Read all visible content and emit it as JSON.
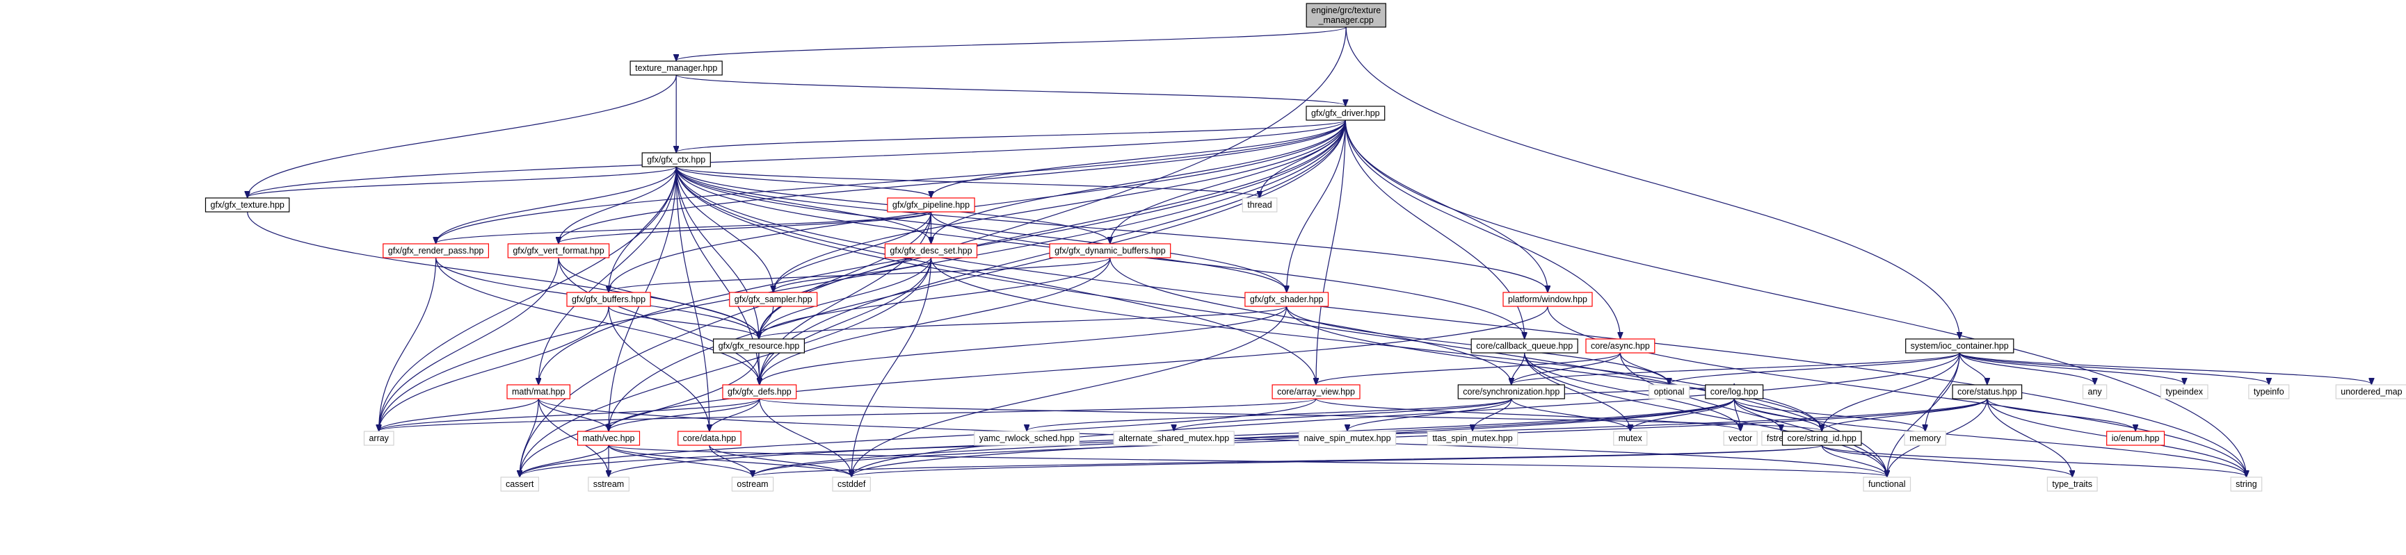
{
  "colors": {
    "edge": "#191970",
    "edge_secondary": "#c0c0c0",
    "root_fill": "#bfbfbf",
    "node_fill": "#ffffff",
    "node_border_documented": "#000000",
    "node_border_undocumented": "#ff0000",
    "leaf_border": "#d3d3d3"
  },
  "nodes": [
    {
      "id": "root",
      "lines": [
        "engine/grc/texture",
        "_manager.cpp"
      ],
      "style": "root"
    },
    {
      "id": "texture_manager",
      "lines": [
        "texture_manager.hpp"
      ],
      "style": "black"
    },
    {
      "id": "gfx_driver",
      "lines": [
        "gfx/gfx_driver.hpp"
      ],
      "style": "black"
    },
    {
      "id": "ioc_container",
      "lines": [
        "system/ioc_container.hpp"
      ],
      "style": "black"
    },
    {
      "id": "gfx_ctx",
      "lines": [
        "gfx/gfx_ctx.hpp"
      ],
      "style": "black"
    },
    {
      "id": "thread",
      "lines": [
        "thread"
      ],
      "style": "leaf"
    },
    {
      "id": "gfx_texture",
      "lines": [
        "gfx/gfx_texture.hpp"
      ],
      "style": "black"
    },
    {
      "id": "gfx_pipeline",
      "lines": [
        "gfx/gfx_pipeline.hpp"
      ],
      "style": "red"
    },
    {
      "id": "gfx_render_pass",
      "lines": [
        "gfx/gfx_render_pass.hpp"
      ],
      "style": "red"
    },
    {
      "id": "gfx_vert_format",
      "lines": [
        "gfx/gfx_vert_format.hpp"
      ],
      "style": "red"
    },
    {
      "id": "gfx_desc_set",
      "lines": [
        "gfx/gfx_desc_set.hpp"
      ],
      "style": "red"
    },
    {
      "id": "gfx_dynamic_buffers",
      "lines": [
        "gfx/gfx_dynamic_buffers.hpp"
      ],
      "style": "red"
    },
    {
      "id": "gfx_buffers",
      "lines": [
        "gfx/gfx_buffers.hpp"
      ],
      "style": "red"
    },
    {
      "id": "gfx_sampler",
      "lines": [
        "gfx/gfx_sampler.hpp"
      ],
      "style": "red"
    },
    {
      "id": "gfx_shader",
      "lines": [
        "gfx/gfx_shader.hpp"
      ],
      "style": "red"
    },
    {
      "id": "platform_window",
      "lines": [
        "platform/window.hpp"
      ],
      "style": "red"
    },
    {
      "id": "gfx_resource",
      "lines": [
        "gfx/gfx_resource.hpp"
      ],
      "style": "black"
    },
    {
      "id": "callback_queue",
      "lines": [
        "core/callback_queue.hpp"
      ],
      "style": "black"
    },
    {
      "id": "core_async",
      "lines": [
        "core/async.hpp"
      ],
      "style": "red"
    },
    {
      "id": "gfx_defs",
      "lines": [
        "gfx/gfx_defs.hpp"
      ],
      "style": "red"
    },
    {
      "id": "math_mat",
      "lines": [
        "math/mat.hpp"
      ],
      "style": "red"
    },
    {
      "id": "array_view",
      "lines": [
        "core/array_view.hpp"
      ],
      "style": "red"
    },
    {
      "id": "synchronization",
      "lines": [
        "core/synchronization.hpp"
      ],
      "style": "black"
    },
    {
      "id": "optional",
      "lines": [
        "optional"
      ],
      "style": "leaf"
    },
    {
      "id": "core_log",
      "lines": [
        "core/log.hpp"
      ],
      "style": "black"
    },
    {
      "id": "core_status",
      "lines": [
        "core/status.hpp"
      ],
      "style": "black"
    },
    {
      "id": "any",
      "lines": [
        "any"
      ],
      "style": "leaf"
    },
    {
      "id": "typeindex",
      "lines": [
        "typeindex"
      ],
      "style": "leaf"
    },
    {
      "id": "typeinfo",
      "lines": [
        "typeinfo"
      ],
      "style": "leaf"
    },
    {
      "id": "unordered_map",
      "lines": [
        "unordered_map"
      ],
      "style": "leaf"
    },
    {
      "id": "array",
      "lines": [
        "array"
      ],
      "style": "leaf"
    },
    {
      "id": "math_vec",
      "lines": [
        "math/vec.hpp"
      ],
      "style": "red"
    },
    {
      "id": "core_data",
      "lines": [
        "core/data.hpp"
      ],
      "style": "red"
    },
    {
      "id": "yamc",
      "lines": [
        "yamc_rwlock_sched.hpp"
      ],
      "style": "leaf"
    },
    {
      "id": "alternate_shared_mutex",
      "lines": [
        "alternate_shared_mutex.hpp"
      ],
      "style": "leaf"
    },
    {
      "id": "naive_spin_mutex",
      "lines": [
        "naive_spin_mutex.hpp"
      ],
      "style": "leaf"
    },
    {
      "id": "ttas_spin_mutex",
      "lines": [
        "ttas_spin_mutex.hpp"
      ],
      "style": "leaf"
    },
    {
      "id": "vector",
      "lines": [
        "vector"
      ],
      "style": "leaf"
    },
    {
      "id": "mutex",
      "lines": [
        "mutex"
      ],
      "style": "leaf"
    },
    {
      "id": "fstream",
      "lines": [
        "fstream"
      ],
      "style": "leaf"
    },
    {
      "id": "memory",
      "lines": [
        "memory"
      ],
      "style": "leaf"
    },
    {
      "id": "string_id",
      "lines": [
        "core/string_id.hpp"
      ],
      "style": "black"
    },
    {
      "id": "io_enum",
      "lines": [
        "io/enum.hpp"
      ],
      "style": "red"
    },
    {
      "id": "cassert",
      "lines": [
        "cassert"
      ],
      "style": "leaf"
    },
    {
      "id": "sstream",
      "lines": [
        "sstream"
      ],
      "style": "leaf"
    },
    {
      "id": "ostream",
      "lines": [
        "ostream"
      ],
      "style": "leaf"
    },
    {
      "id": "cstddef",
      "lines": [
        "cstddef"
      ],
      "style": "leaf"
    },
    {
      "id": "functional",
      "lines": [
        "functional"
      ],
      "style": "leaf"
    },
    {
      "id": "type_traits",
      "lines": [
        "type_traits"
      ],
      "style": "leaf"
    },
    {
      "id": "string",
      "lines": [
        "string"
      ],
      "style": "leaf"
    }
  ],
  "edges": [
    [
      "root",
      "texture_manager"
    ],
    [
      "root",
      "ioc_container"
    ],
    [
      "root",
      "cassert"
    ],
    [
      "texture_manager",
      "gfx_driver"
    ],
    [
      "texture_manager",
      "gfx_ctx"
    ],
    [
      "texture_manager",
      "gfx_texture"
    ],
    [
      "gfx_driver",
      "gfx_ctx"
    ],
    [
      "gfx_driver",
      "thread"
    ],
    [
      "gfx_driver",
      "gfx_texture"
    ],
    [
      "gfx_driver",
      "gfx_pipeline"
    ],
    [
      "gfx_driver",
      "gfx_render_pass"
    ],
    [
      "gfx_driver",
      "gfx_vert_format"
    ],
    [
      "gfx_driver",
      "gfx_desc_set"
    ],
    [
      "gfx_driver",
      "gfx_buffers"
    ],
    [
      "gfx_driver",
      "gfx_sampler"
    ],
    [
      "gfx_driver",
      "gfx_shader"
    ],
    [
      "gfx_driver",
      "platform_window"
    ],
    [
      "gfx_driver",
      "callback_queue"
    ],
    [
      "gfx_driver",
      "core_async"
    ],
    [
      "gfx_driver",
      "gfx_defs"
    ],
    [
      "gfx_driver",
      "math_mat"
    ],
    [
      "gfx_driver",
      "math_vec"
    ],
    [
      "gfx_driver",
      "array"
    ],
    [
      "gfx_driver",
      "string"
    ],
    [
      "gfx_driver",
      "gfx_resource"
    ],
    [
      "gfx_driver",
      "array_view"
    ],
    [
      "gfx_driver",
      "gfx_dynamic_buffers"
    ],
    [
      "gfx_ctx",
      "thread"
    ],
    [
      "gfx_ctx",
      "gfx_texture"
    ],
    [
      "gfx_ctx",
      "gfx_pipeline"
    ],
    [
      "gfx_ctx",
      "gfx_render_pass"
    ],
    [
      "gfx_ctx",
      "gfx_vert_format"
    ],
    [
      "gfx_ctx",
      "gfx_desc_set"
    ],
    [
      "gfx_ctx",
      "gfx_dynamic_buffers"
    ],
    [
      "gfx_ctx",
      "gfx_buffers"
    ],
    [
      "gfx_ctx",
      "gfx_sampler"
    ],
    [
      "gfx_ctx",
      "gfx_shader"
    ],
    [
      "gfx_ctx",
      "platform_window"
    ],
    [
      "gfx_ctx",
      "gfx_resource"
    ],
    [
      "gfx_ctx",
      "gfx_defs"
    ],
    [
      "gfx_ctx",
      "math_mat"
    ],
    [
      "gfx_ctx",
      "math_vec"
    ],
    [
      "gfx_ctx",
      "array"
    ],
    [
      "gfx_ctx",
      "callback_queue"
    ],
    [
      "gfx_ctx",
      "array_view"
    ],
    [
      "gfx_ctx",
      "string"
    ],
    [
      "gfx_ctx",
      "core_data"
    ],
    [
      "gfx_ctx",
      "functional"
    ],
    [
      "gfx_texture",
      "gfx_resource"
    ],
    [
      "gfx_pipeline",
      "gfx_render_pass"
    ],
    [
      "gfx_pipeline",
      "gfx_vert_format"
    ],
    [
      "gfx_pipeline",
      "gfx_desc_set"
    ],
    [
      "gfx_pipeline",
      "gfx_sampler"
    ],
    [
      "gfx_pipeline",
      "gfx_shader"
    ],
    [
      "gfx_pipeline",
      "gfx_resource"
    ],
    [
      "gfx_pipeline",
      "gfx_defs"
    ],
    [
      "gfx_render_pass",
      "gfx_resource"
    ],
    [
      "gfx_render_pass",
      "gfx_defs"
    ],
    [
      "gfx_render_pass",
      "array"
    ],
    [
      "gfx_vert_format",
      "gfx_resource"
    ],
    [
      "gfx_vert_format",
      "gfx_defs"
    ],
    [
      "gfx_vert_format",
      "array"
    ],
    [
      "gfx_desc_set",
      "gfx_sampler"
    ],
    [
      "gfx_desc_set",
      "gfx_resource"
    ],
    [
      "gfx_desc_set",
      "gfx_defs"
    ],
    [
      "gfx_desc_set",
      "string_id"
    ],
    [
      "gfx_desc_set",
      "cassert"
    ],
    [
      "gfx_desc_set",
      "cstddef"
    ],
    [
      "gfx_dynamic_buffers",
      "gfx_buffers"
    ],
    [
      "gfx_dynamic_buffers",
      "gfx_resource"
    ],
    [
      "gfx_dynamic_buffers",
      "gfx_defs"
    ],
    [
      "gfx_dynamic_buffers",
      "synchronization"
    ],
    [
      "gfx_buffers",
      "gfx_resource"
    ],
    [
      "gfx_buffers",
      "core_data"
    ],
    [
      "gfx_buffers",
      "array"
    ],
    [
      "gfx_sampler",
      "gfx_resource"
    ],
    [
      "gfx_shader",
      "gfx_resource"
    ],
    [
      "gfx_shader",
      "gfx_defs"
    ],
    [
      "gfx_shader",
      "string_id"
    ],
    [
      "gfx_shader",
      "optional"
    ],
    [
      "gfx_shader",
      "cstddef"
    ],
    [
      "platform_window",
      "math_vec"
    ],
    [
      "platform_window",
      "string"
    ],
    [
      "gfx_resource",
      "gfx_defs"
    ],
    [
      "gfx_resource",
      "cassert"
    ],
    [
      "callback_queue",
      "synchronization"
    ],
    [
      "callback_queue",
      "vector"
    ],
    [
      "callback_queue",
      "functional"
    ],
    [
      "callback_queue",
      "mutex"
    ],
    [
      "core_async",
      "synchronization"
    ],
    [
      "core_async",
      "optional"
    ],
    [
      "core_async",
      "array_view"
    ],
    [
      "core_async",
      "functional"
    ],
    [
      "gfx_defs",
      "math_vec"
    ],
    [
      "gfx_defs",
      "core_data"
    ],
    [
      "gfx_defs",
      "array"
    ],
    [
      "gfx_defs",
      "string_id"
    ],
    [
      "gfx_defs",
      "cstddef"
    ],
    [
      "math_mat",
      "math_vec"
    ],
    [
      "math_mat",
      "array"
    ],
    [
      "math_mat",
      "cassert"
    ],
    [
      "math_mat",
      "sstream"
    ],
    [
      "math_mat",
      "functional"
    ],
    [
      "array_view",
      "vector"
    ],
    [
      "array_view",
      "array"
    ],
    [
      "array_view",
      "cassert"
    ],
    [
      "synchronization",
      "yamc"
    ],
    [
      "synchronization",
      "alternate_shared_mutex"
    ],
    [
      "synchronization",
      "naive_spin_mutex"
    ],
    [
      "synchronization",
      "ttas_spin_mutex"
    ],
    [
      "synchronization",
      "mutex"
    ],
    [
      "synchronization",
      "core_log"
    ],
    [
      "core_log",
      "string_id"
    ],
    [
      "core_log",
      "fstream"
    ],
    [
      "core_log",
      "memory"
    ],
    [
      "core_log",
      "vector"
    ],
    [
      "core_log",
      "mutex"
    ],
    [
      "core_log",
      "sstream"
    ],
    [
      "core_log",
      "ostream"
    ],
    [
      "core_log",
      "cstddef"
    ],
    [
      "core_log",
      "string"
    ],
    [
      "ioc_container",
      "synchronization"
    ],
    [
      "ioc_container",
      "core_status"
    ],
    [
      "ioc_container",
      "any"
    ],
    [
      "ioc_container",
      "typeindex"
    ],
    [
      "ioc_container",
      "typeinfo"
    ],
    [
      "ioc_container",
      "unordered_map"
    ],
    [
      "ioc_container",
      "optional"
    ],
    [
      "ioc_container",
      "memory"
    ],
    [
      "ioc_container",
      "functional"
    ],
    [
      "ioc_container",
      "string_id"
    ],
    [
      "ioc_container",
      "cstddef"
    ],
    [
      "core_status",
      "io_enum"
    ],
    [
      "core_status",
      "string_id"
    ],
    [
      "core_status",
      "string"
    ],
    [
      "core_status",
      "functional"
    ],
    [
      "core_status",
      "type_traits"
    ],
    [
      "core_status",
      "cassert"
    ],
    [
      "core_status",
      "ostream"
    ],
    [
      "math_vec",
      "cassert"
    ],
    [
      "math_vec",
      "sstream"
    ],
    [
      "math_vec",
      "ostream"
    ],
    [
      "math_vec",
      "cstddef"
    ],
    [
      "math_vec",
      "functional"
    ],
    [
      "core_data",
      "ostream"
    ],
    [
      "core_data",
      "cstddef"
    ],
    [
      "string_id",
      "string"
    ],
    [
      "string_id",
      "functional"
    ],
    [
      "string_id",
      "type_traits"
    ],
    [
      "string_id",
      "ostream"
    ],
    [
      "string_id",
      "cstddef"
    ]
  ]
}
